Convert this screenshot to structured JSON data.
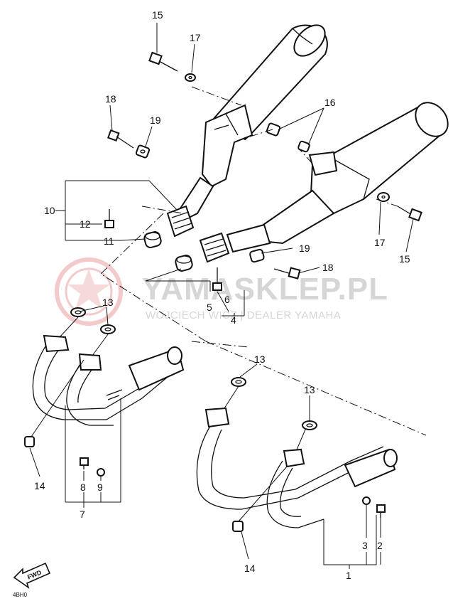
{
  "diagram": {
    "callouts": {
      "c1": "1",
      "c2": "2",
      "c3": "3",
      "c4": "4",
      "c5": "5",
      "c6": "6",
      "c7": "7",
      "c8": "8",
      "c9": "9",
      "c10": "10",
      "c11": "11",
      "c12": "12",
      "c13a": "13",
      "c13b": "13",
      "c13c": "13",
      "c14a": "14",
      "c14b": "14",
      "c15a": "15",
      "c15b": "15",
      "c16": "16",
      "c17a": "17",
      "c17b": "17",
      "c18a": "18",
      "c18b": "18",
      "c19a": "19",
      "c19b": "19"
    },
    "fwd_label": "FWD",
    "corner_code": "4BH0"
  },
  "watermark": {
    "title": "YAMASKLEP.PL",
    "subtitle": "WOJCIECH WICZ | DEALER YAMAHA",
    "color": "#d6d6d6",
    "logo_color": "#f2c4c4"
  }
}
